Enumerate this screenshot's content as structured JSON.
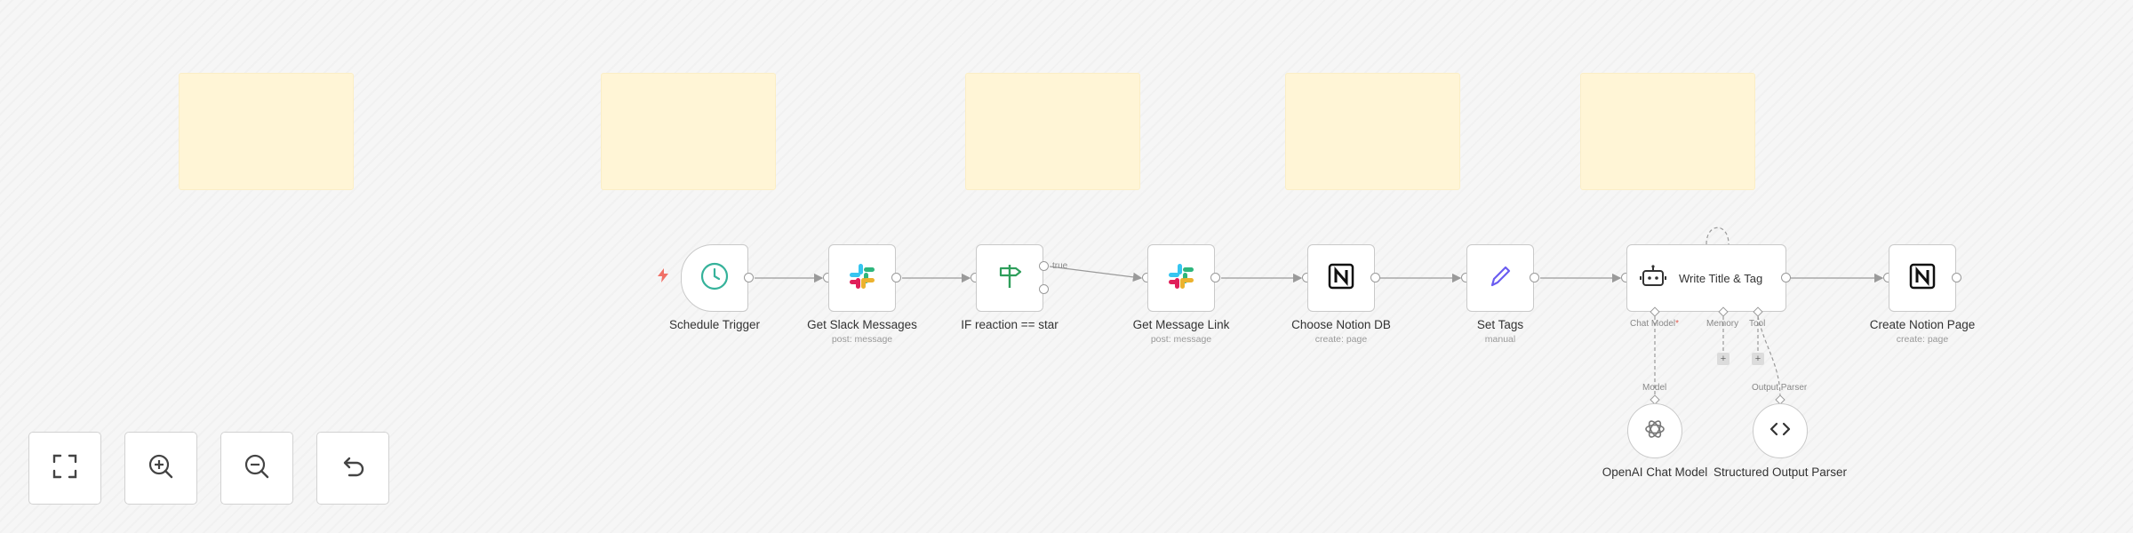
{
  "nodes": {
    "schedule_trigger": {
      "title": "Schedule Trigger",
      "subtitle": "",
      "icon": "clock-icon"
    },
    "get_slack_messages": {
      "title": "Get Slack Messages",
      "subtitle": "post: message",
      "icon": "slack-icon"
    },
    "if_reaction": {
      "title": "IF reaction == star",
      "subtitle": "",
      "icon": "signpost-icon",
      "branch_label": "true"
    },
    "get_message_link": {
      "title": "Get Message Link",
      "subtitle": "post: message",
      "icon": "slack-icon"
    },
    "choose_notion_db": {
      "title": "Choose Notion DB",
      "subtitle": "create: page",
      "icon": "notion-icon"
    },
    "set_tags": {
      "title": "Set Tags",
      "subtitle": "manual",
      "icon": "pencil-icon"
    },
    "write_title_tag": {
      "title": "Write Title & Tag",
      "icon": "robot-icon",
      "ports": {
        "chat_model": "Chat Model",
        "required_mark": "*",
        "memory": "Memory",
        "tool": "Tool"
      }
    },
    "create_notion_page": {
      "title": "Create Notion Page",
      "subtitle": "create: page",
      "icon": "notion-icon"
    },
    "openai_chat_model": {
      "title": "OpenAI Chat Model",
      "port_label": "Model",
      "icon": "openai-icon"
    },
    "structured_output_parser": {
      "title": "Structured Output Parser",
      "port_label": "Output Parser",
      "icon": "code-brackets-icon"
    }
  },
  "plus_glyph": "+",
  "controls": [
    {
      "name": "fit-view-button",
      "icon": "fullscreen-icon"
    },
    {
      "name": "zoom-in-button",
      "icon": "zoom-in-icon"
    },
    {
      "name": "zoom-out-button",
      "icon": "zoom-out-icon"
    },
    {
      "name": "reset-button",
      "icon": "undo-icon"
    }
  ],
  "colors": {
    "sticky": "#fff5d6",
    "clock": "#35b29a",
    "signpost": "#2e9e5b",
    "pencil": "#6a5cf0",
    "trigger_bolt": "#f07167",
    "edge": "#9a9a9a"
  }
}
